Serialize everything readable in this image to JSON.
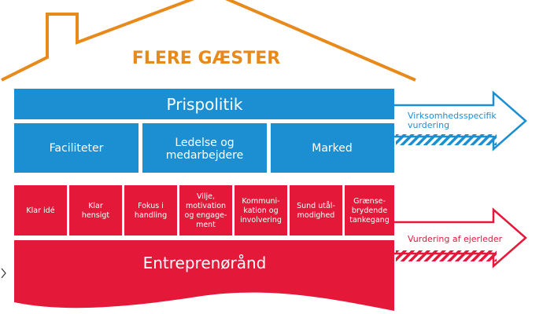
{
  "roof": {
    "title": "FLERE GÆSTER"
  },
  "blue_section": {
    "header": "Prispolitik",
    "boxes": [
      {
        "lines": [
          "Faciliteter"
        ]
      },
      {
        "lines": [
          "Ledelse og",
          "medarbejdere"
        ]
      },
      {
        "lines": [
          "Marked"
        ]
      }
    ],
    "arrow_label_lines": [
      "Virksomhedsspecifik",
      "vurdering"
    ]
  },
  "red_section": {
    "boxes": [
      {
        "lines": [
          "Klar idé"
        ]
      },
      {
        "lines": [
          "Klar",
          "hensigt"
        ]
      },
      {
        "lines": [
          "Fokus i",
          "handling"
        ]
      },
      {
        "lines": [
          "Vilje,",
          "motivation",
          "og engage-",
          "ment"
        ]
      },
      {
        "lines": [
          "Kommuni-",
          "kation og",
          "involvering"
        ]
      },
      {
        "lines": [
          "Sund utål-",
          "modighed"
        ]
      },
      {
        "lines": [
          "Grænse-",
          "brydende",
          "tankegang"
        ]
      }
    ],
    "footer": "Entreprenørånd",
    "arrow_label": "Vurdering af ejerleder"
  },
  "colors": {
    "blue": "#1b8fd2",
    "red": "#e4193a",
    "orange": "#e8891c",
    "white": "#ffffff"
  }
}
